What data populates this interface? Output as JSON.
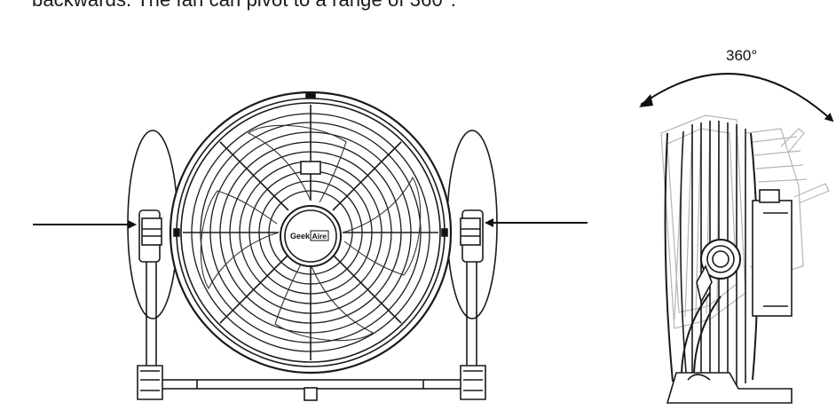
{
  "document": {
    "intro_text": "backwards. The fan can pivot to a range of 360°."
  },
  "figure": {
    "logo_text": "Geek",
    "logo_text_boxed": "Aire",
    "rotation_label": "360°"
  }
}
